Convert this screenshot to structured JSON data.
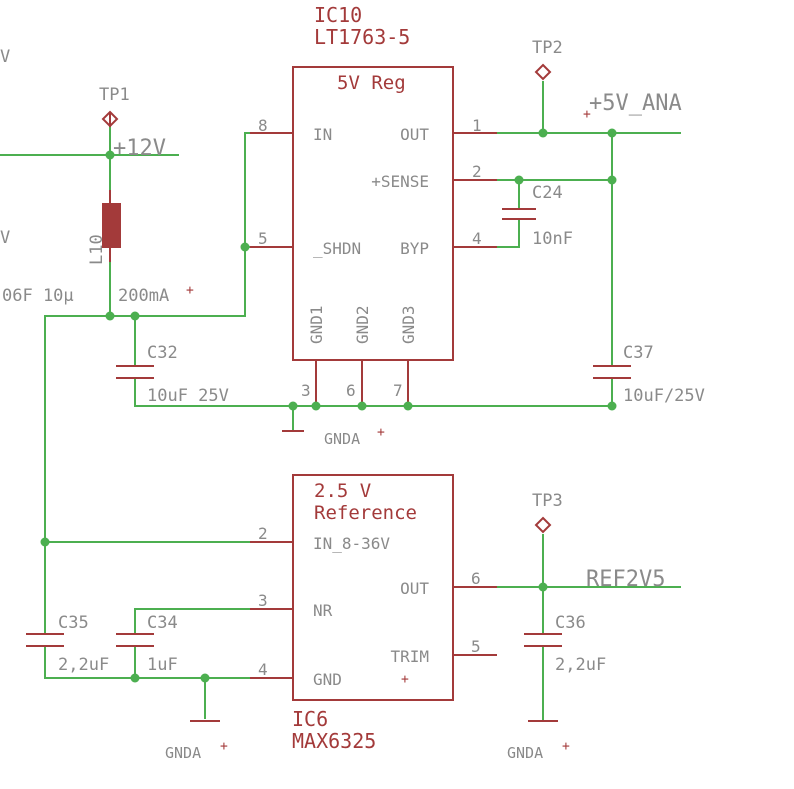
{
  "ic10": {
    "ref": "IC10",
    "part": "LT1763-5",
    "title": "5V Reg",
    "pins": {
      "in": "IN",
      "in_num": "8",
      "shdn": "_SHDN",
      "shdn_num": "5",
      "out": "OUT",
      "out_num": "1",
      "sense": "+SENSE",
      "sense_num": "2",
      "byp": "BYP",
      "byp_num": "4",
      "gnd1": "GND1",
      "gnd1_num": "3",
      "gnd2": "GND2",
      "gnd2_num": "6",
      "gnd3": "GND3",
      "gnd3_num": "7"
    }
  },
  "ic6": {
    "ref": "IC6",
    "part": "MAX6325",
    "title_line1": "2.5 V",
    "title_line2": "Reference",
    "pins": {
      "in": "IN_8-36V",
      "in_num": "2",
      "nr": "NR",
      "nr_num": "3",
      "gnd": "GND",
      "gnd_num": "4",
      "out": "OUT",
      "out_num": "6",
      "trim": "TRIM",
      "trim_num": "5"
    }
  },
  "testpoints": {
    "tp1": "TP1",
    "tp2": "TP2",
    "tp3": "TP3"
  },
  "nets": {
    "v12": "+12V",
    "v5ana": "+5V_ANA",
    "ref2v5": "REF2V5",
    "gnda": "GNDA",
    "cut_v1": "V",
    "cut_v2": "V"
  },
  "inductor": {
    "ref": "L10",
    "value_left": "06F 10µ",
    "value_right": "200mA"
  },
  "capacitors": {
    "c24": {
      "ref": "C24",
      "value": "10nF"
    },
    "c32": {
      "ref": "C32",
      "value": "10uF 25V"
    },
    "c37": {
      "ref": "C37",
      "value": "10uF/25V"
    },
    "c35": {
      "ref": "C35",
      "value": "2,2uF"
    },
    "c34": {
      "ref": "C34",
      "value": "1uF"
    },
    "c36": {
      "ref": "C36",
      "value": "2,2uF"
    }
  },
  "colors": {
    "wire": "#4caf50",
    "part": "#a33a3a",
    "label": "#8a8a8a"
  }
}
